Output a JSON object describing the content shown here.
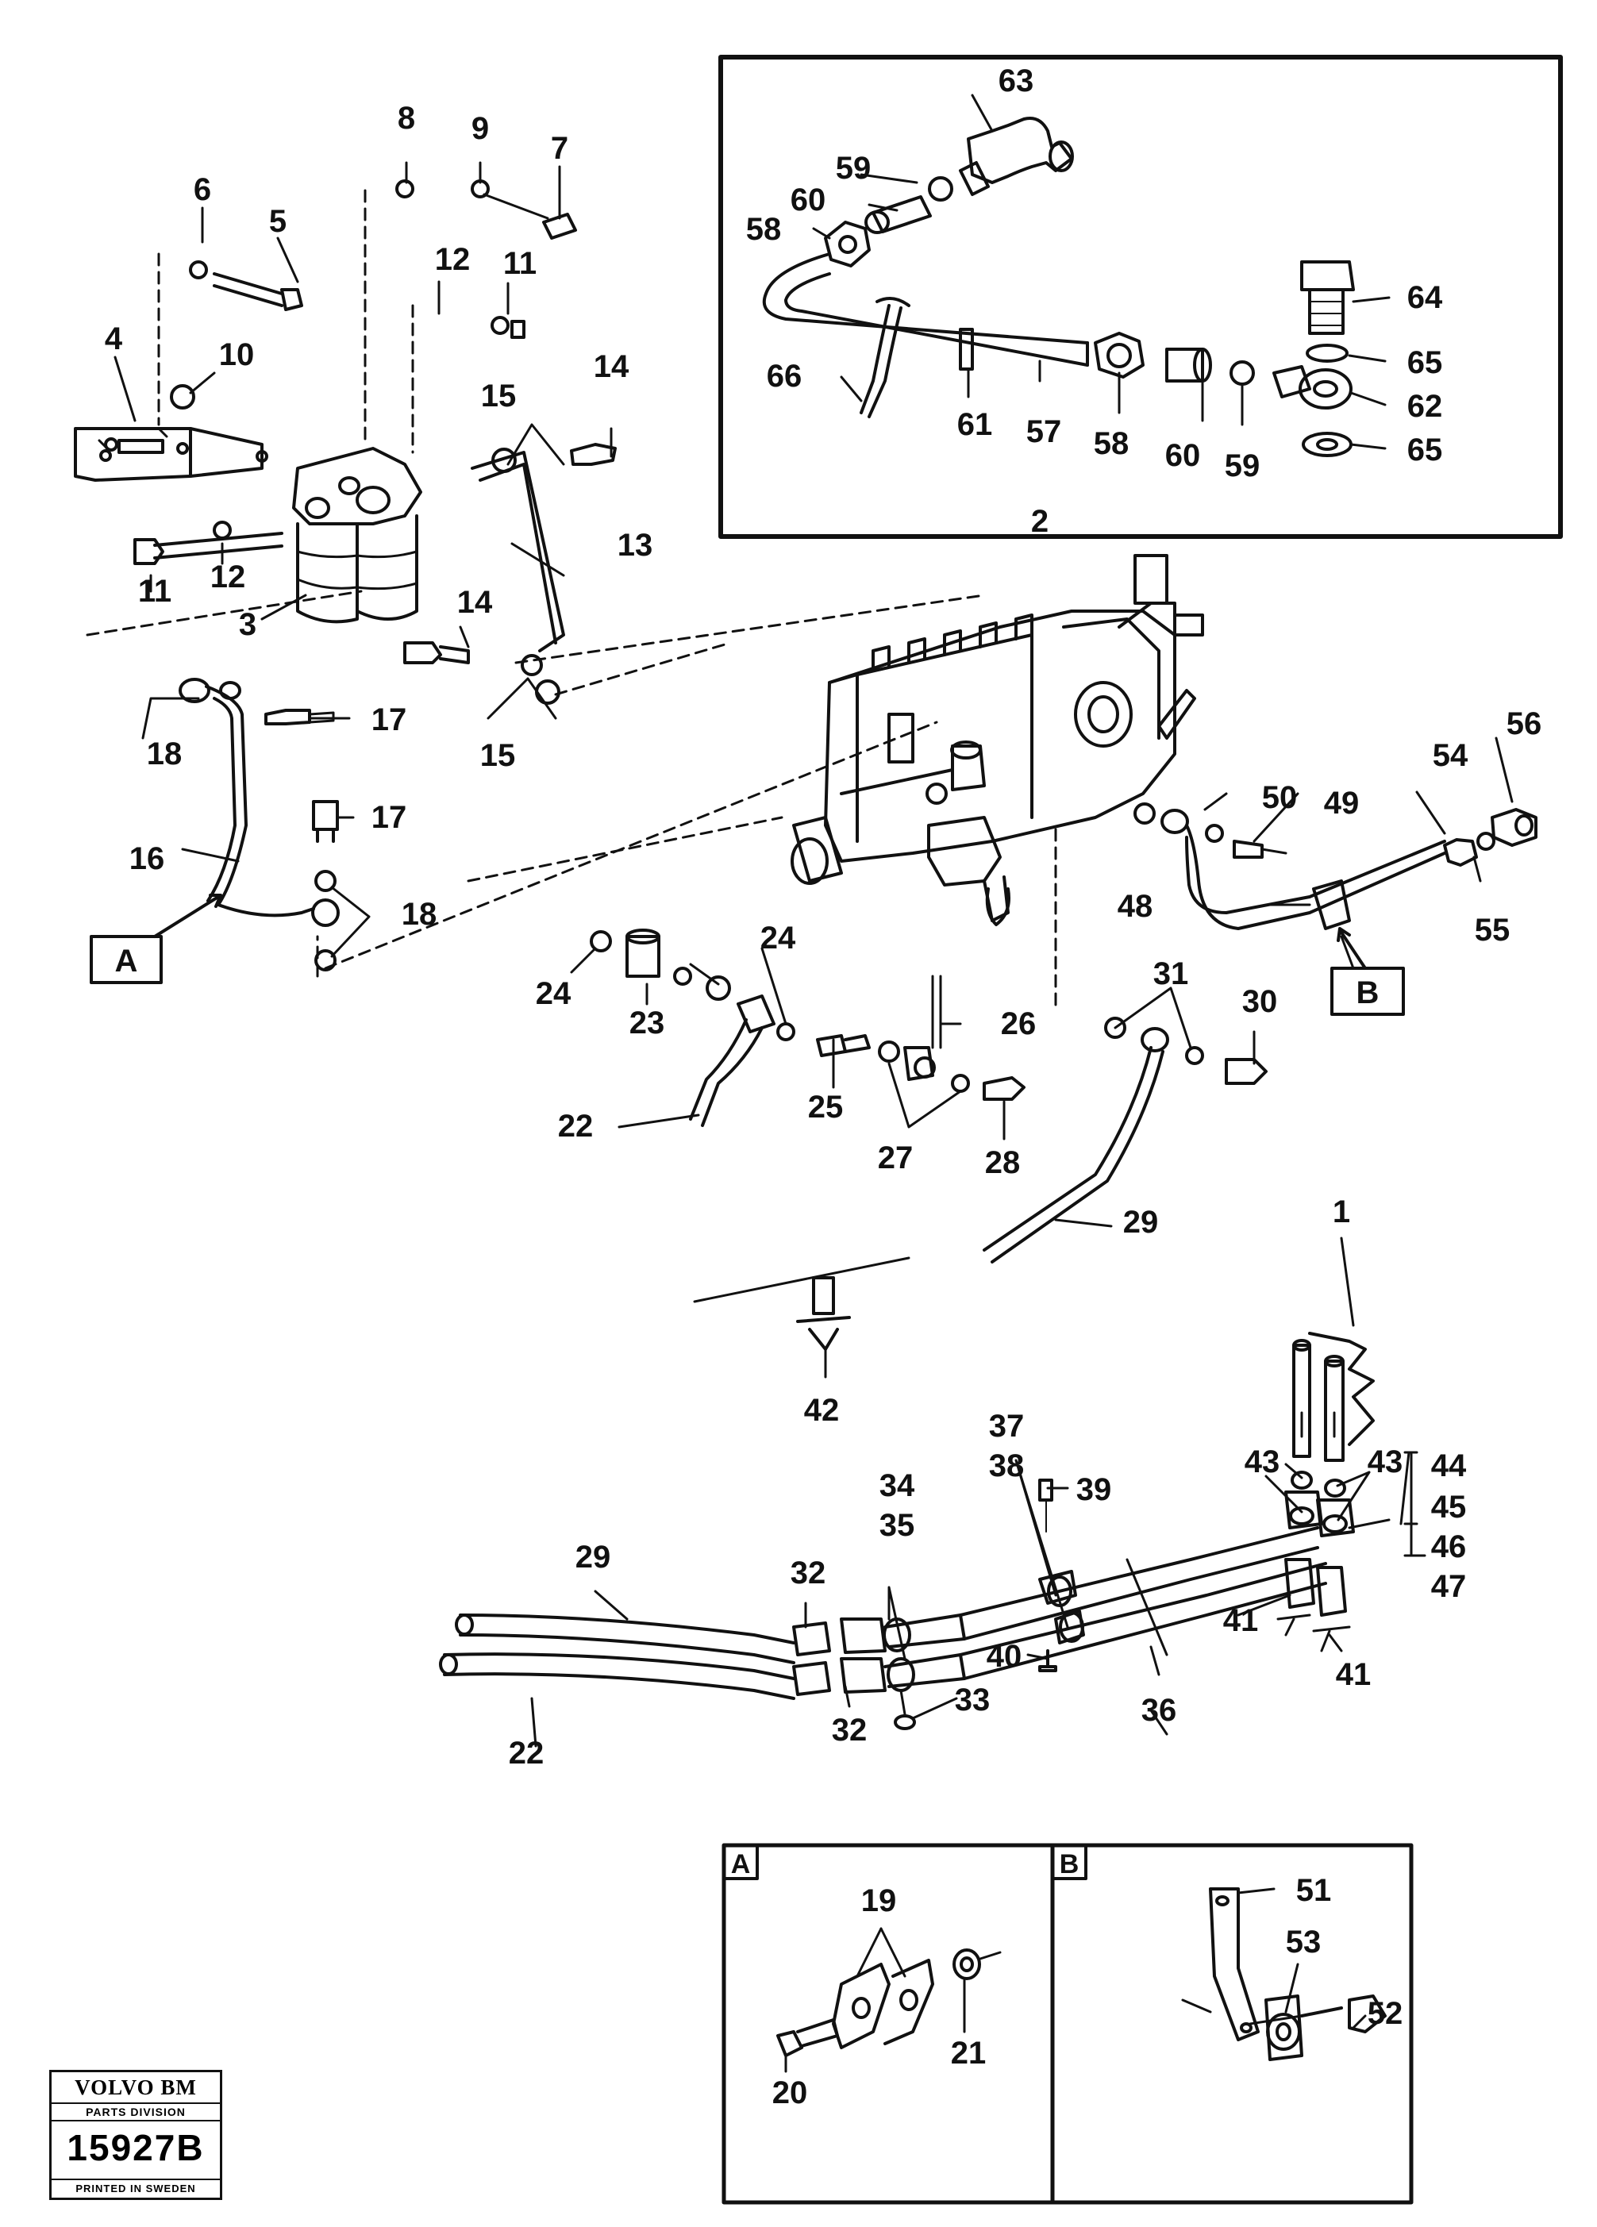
{
  "callouts": {
    "n1": "1",
    "n2": "2",
    "n3": "3",
    "n4": "4",
    "n5": "5",
    "n6": "6",
    "n7": "7",
    "n8": "8",
    "n9": "9",
    "n10": "10",
    "n11": "11",
    "n12": "12",
    "n13": "13",
    "n14": "14",
    "n15": "15",
    "n16": "16",
    "n17": "17",
    "n18": "18",
    "n19": "19",
    "n20": "20",
    "n21": "21",
    "n22": "22",
    "n23": "23",
    "n24": "24",
    "n25": "25",
    "n26": "26",
    "n27": "27",
    "n28": "28",
    "n29": "29",
    "n30": "30",
    "n31": "31",
    "n32": "32",
    "n33": "33",
    "n34": "34",
    "n35": "35",
    "n36": "36",
    "n37": "37",
    "n38": "38",
    "n39": "39",
    "n40": "40",
    "n41": "41",
    "n42": "42",
    "n43": "43",
    "n44": "44",
    "n45": "45",
    "n46": "46",
    "n47": "47",
    "n48": "48",
    "n49": "49",
    "n50": "50",
    "n51": "51",
    "n52": "52",
    "n53": "53",
    "n54": "54",
    "n55": "55",
    "n56": "56",
    "n57": "57",
    "n58": "58",
    "n59": "59",
    "n60": "60",
    "n61": "61",
    "n62": "62",
    "n63": "63",
    "n64": "64",
    "n65": "65",
    "n66": "66"
  },
  "detail_refs": {
    "a": "A",
    "b": "B"
  },
  "stamp": {
    "brand": "VOLVO BM",
    "division": "PARTS DIVISION",
    "number": "15927B",
    "printed": "PRINTED IN SWEDEN"
  },
  "colors": {
    "ink": "#111111",
    "paper": "#ffffff"
  }
}
